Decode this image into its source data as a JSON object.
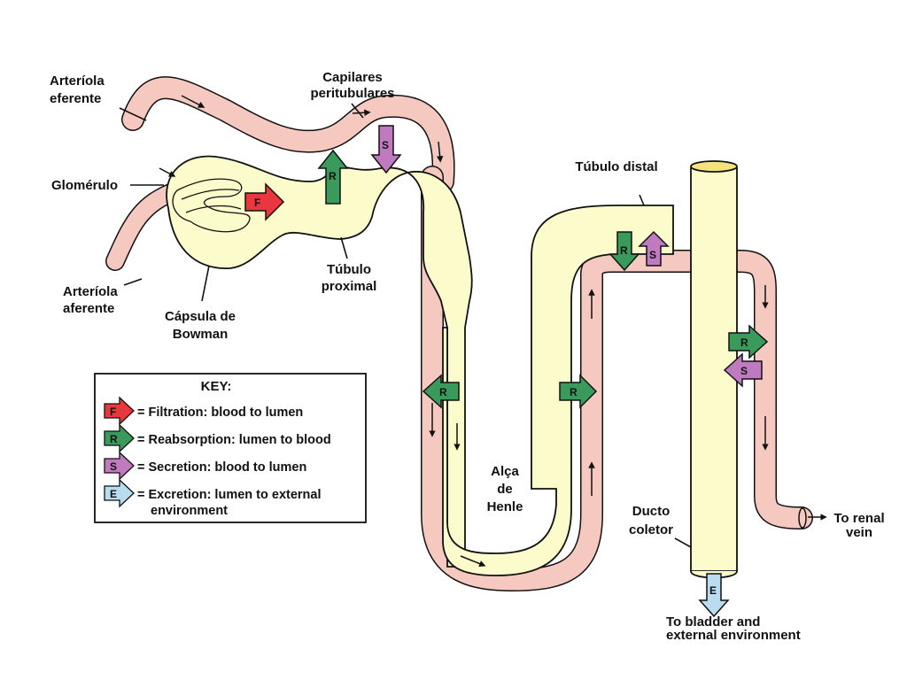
{
  "labels": {
    "arteriola_eferente_1": "Arteríola",
    "arteriola_eferente_2": "eferente",
    "capilares_1": "Capilares",
    "capilares_2": "peritubulares",
    "glomerulo": "Glomérulo",
    "arteriola_aferente_1": "Arteríola",
    "arteriola_aferente_2": "aferente",
    "capsula_1": "Cápsula de",
    "capsula_2": "Bowman",
    "tubulo_proximal_1": "Túbulo",
    "tubulo_proximal_2": "proximal",
    "tubulo_distal": "Túbulo distal",
    "alca_1": "Alça",
    "alca_2": "de",
    "alca_3": "Henle",
    "ducto_1": "Ducto",
    "ducto_2": "coletor",
    "renal_1": "To renal",
    "renal_2": "vein",
    "bladder_1": "To bladder and",
    "bladder_2": "external environment"
  },
  "key": {
    "title": "KEY:",
    "items": [
      {
        "letter": "F",
        "text": "= Filtration: blood to lumen",
        "color": "#e8373d"
      },
      {
        "letter": "R",
        "text": "= Reabsorption: lumen to blood",
        "color": "#3a9a5b"
      },
      {
        "letter": "S",
        "text": "= Secretion: blood to lumen",
        "color": "#c07ac0"
      },
      {
        "letter": "E",
        "text": "= Excretion: lumen to external",
        "text2": "environment",
        "color": "#b9dcef"
      }
    ]
  },
  "arrows": {
    "f": "F",
    "r": "R",
    "s": "S",
    "e": "E"
  },
  "colors": {
    "vessel": "#f6c9c0",
    "tubule": "#fbfbcc",
    "outline": "#111111"
  }
}
